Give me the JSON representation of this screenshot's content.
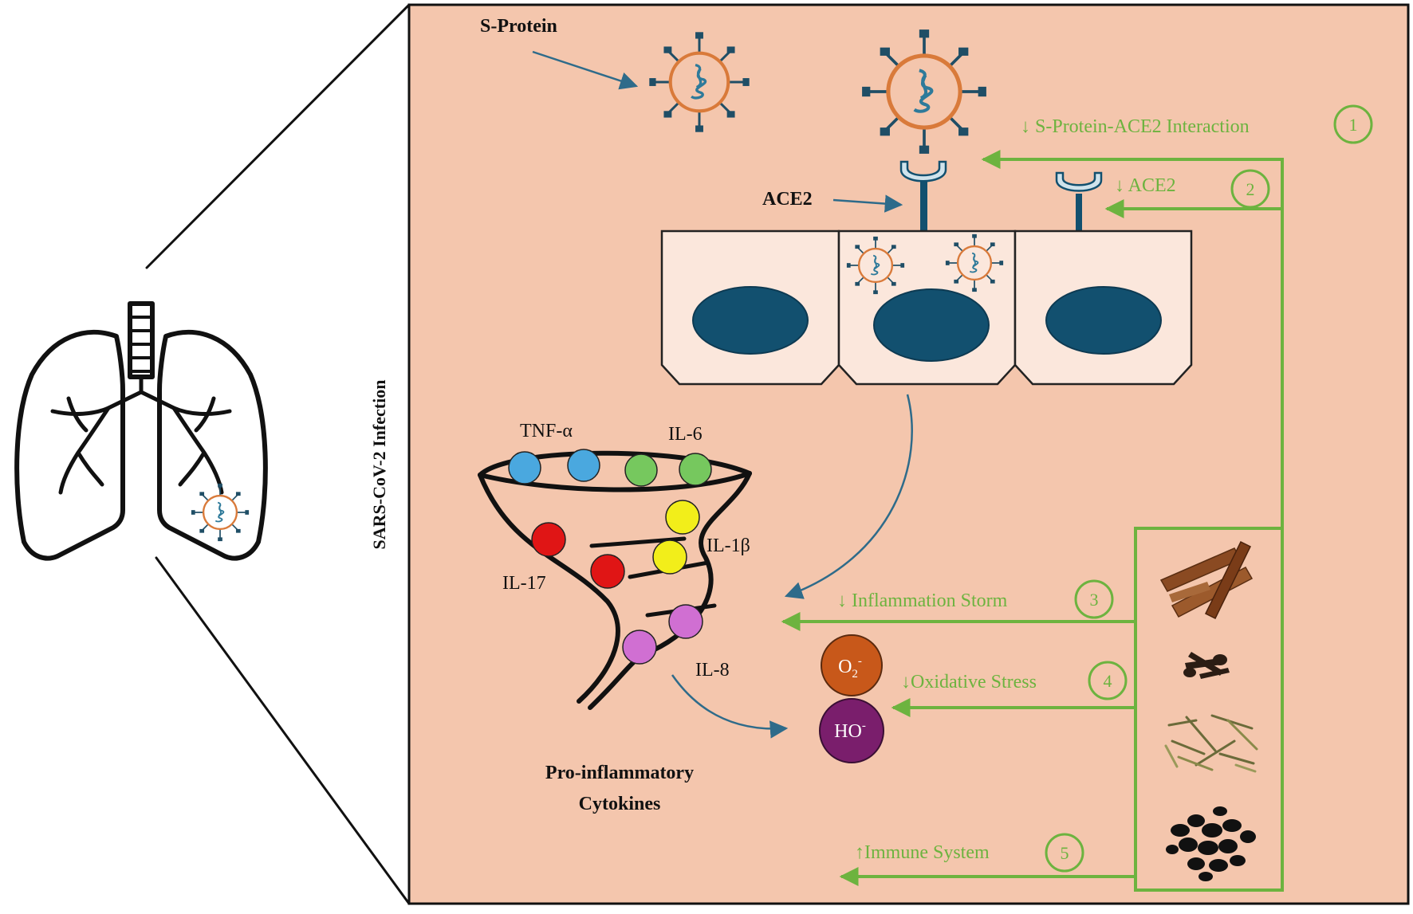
{
  "labels": {
    "s_protein": "S-Protein",
    "ace2": "ACE2",
    "infection": "SARS-CoV-2 Infection",
    "caption_line1": "Pro-inflammatory",
    "caption_line2": "Cytokines"
  },
  "cytokines": {
    "tnf": "TNF-α",
    "il6": "IL-6",
    "il1b": "IL-1β",
    "il17": "IL-17",
    "il8": "IL-8"
  },
  "effects": [
    {
      "number": "1",
      "text": "↓ S-Protein-ACE2 Interaction"
    },
    {
      "number": "2",
      "text": "↓ ACE2"
    },
    {
      "number": "3",
      "text": "↓ Inflammation Storm"
    },
    {
      "number": "4",
      "text": "↓Oxidative Stress"
    },
    {
      "number": "5",
      "text": "↑Immune System"
    }
  ],
  "radicals": {
    "superoxide": {
      "base": "O",
      "sub": "2",
      "sup": "-"
    },
    "hydroxyl": {
      "base": "HO",
      "sup": "-"
    }
  },
  "colors": {
    "panel_bg": "#f4c6ad",
    "green_accent": "#6db33f",
    "arrow_blue": "#2e6b8a",
    "nucleus": "#12506f",
    "cell_fill": "#fbe7dc",
    "virus_orange": "#d97a3a",
    "superoxide": "#c8581a",
    "hydroxyl": "#7a1e6c",
    "tnf_ball": "#4aa8df",
    "il6_ball": "#76c85e",
    "il1b_ball": "#f2ee1a",
    "il17_ball": "#e01515",
    "il8_ball": "#d06fd2"
  },
  "icons": [
    "lungs-icon",
    "virus-icon",
    "ace2-receptor-icon",
    "cytokine-funnel-icon",
    "cinnamon-herb-icon",
    "clove-herb-icon",
    "dried-herb-icon",
    "black-seed-icon"
  ]
}
